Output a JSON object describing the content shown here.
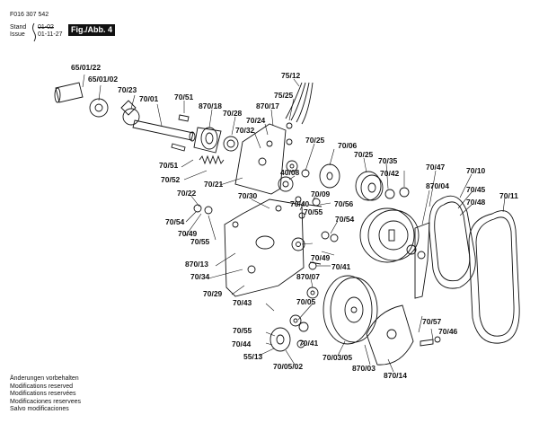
{
  "header": {
    "doc_number": "F016 307 542",
    "stand_label": "Stand",
    "stand_date": "01-02",
    "issue_label": "Issue",
    "issue_date": "01-11-27",
    "figure_label": "Fig./Abb. 4"
  },
  "parts": [
    {
      "id": "65-01-22",
      "label": "65/01/22"
    },
    {
      "id": "65-01-02",
      "label": "65/01/02"
    },
    {
      "id": "70-23",
      "label": "70/23"
    },
    {
      "id": "70-01",
      "label": "70/01"
    },
    {
      "id": "70-51a",
      "label": "70/51"
    },
    {
      "id": "870-18",
      "label": "870/18"
    },
    {
      "id": "70-28",
      "label": "70/28"
    },
    {
      "id": "870-17",
      "label": "870/17"
    },
    {
      "id": "70-24",
      "label": "70/24"
    },
    {
      "id": "70-32",
      "label": "70/32"
    },
    {
      "id": "75-12",
      "label": "75/12"
    },
    {
      "id": "75-25",
      "label": "75/25"
    },
    {
      "id": "70-25a",
      "label": "70/25"
    },
    {
      "id": "70-06",
      "label": "70/06"
    },
    {
      "id": "70-25b",
      "label": "70/25"
    },
    {
      "id": "70-35",
      "label": "70/35"
    },
    {
      "id": "70-42",
      "label": "70/42"
    },
    {
      "id": "70-47",
      "label": "70/47"
    },
    {
      "id": "70-10",
      "label": "70/10"
    },
    {
      "id": "70-51b",
      "label": "70/51"
    },
    {
      "id": "70-52",
      "label": "70/52"
    },
    {
      "id": "40-08",
      "label": "40/08"
    },
    {
      "id": "70-21",
      "label": "70/21"
    },
    {
      "id": "870-04",
      "label": "870/04"
    },
    {
      "id": "70-45",
      "label": "70/45"
    },
    {
      "id": "70-22",
      "label": "70/22"
    },
    {
      "id": "70-30",
      "label": "70/30"
    },
    {
      "id": "70-09",
      "label": "70/09"
    },
    {
      "id": "70-40",
      "label": "70/40"
    },
    {
      "id": "70-56",
      "label": "70/56"
    },
    {
      "id": "70-48",
      "label": "70/48"
    },
    {
      "id": "70-11",
      "label": "70/11"
    },
    {
      "id": "70-54a",
      "label": "70/54"
    },
    {
      "id": "70-55a",
      "label": "70/55"
    },
    {
      "id": "70-54b",
      "label": "70/54"
    },
    {
      "id": "70-49a",
      "label": "70/49"
    },
    {
      "id": "70-55b",
      "label": "70/55"
    },
    {
      "id": "70-49b",
      "label": "70/49"
    },
    {
      "id": "870-13",
      "label": "870/13"
    },
    {
      "id": "70-41a",
      "label": "70/41"
    },
    {
      "id": "70-34",
      "label": "70/34"
    },
    {
      "id": "870-07",
      "label": "870/07"
    },
    {
      "id": "70-29",
      "label": "70/29"
    },
    {
      "id": "70-05",
      "label": "70/05"
    },
    {
      "id": "70-43",
      "label": "70/43"
    },
    {
      "id": "70-55c",
      "label": "70/55"
    },
    {
      "id": "70-57",
      "label": "70/57"
    },
    {
      "id": "70-46",
      "label": "70/46"
    },
    {
      "id": "70-44",
      "label": "70/44"
    },
    {
      "id": "70-41b",
      "label": "70/41"
    },
    {
      "id": "55-13",
      "label": "55/13"
    },
    {
      "id": "70-05-02",
      "label": "70/05/02"
    },
    {
      "id": "70-03-05",
      "label": "70/03/05"
    },
    {
      "id": "870-03",
      "label": "870/03"
    },
    {
      "id": "870-14",
      "label": "870/14"
    }
  ],
  "notes": [
    "Änderungen vorbehalten",
    "Modifications reserved",
    "Modifications reservées",
    "Modificaciones reservees",
    "Salvo modificaciones"
  ]
}
